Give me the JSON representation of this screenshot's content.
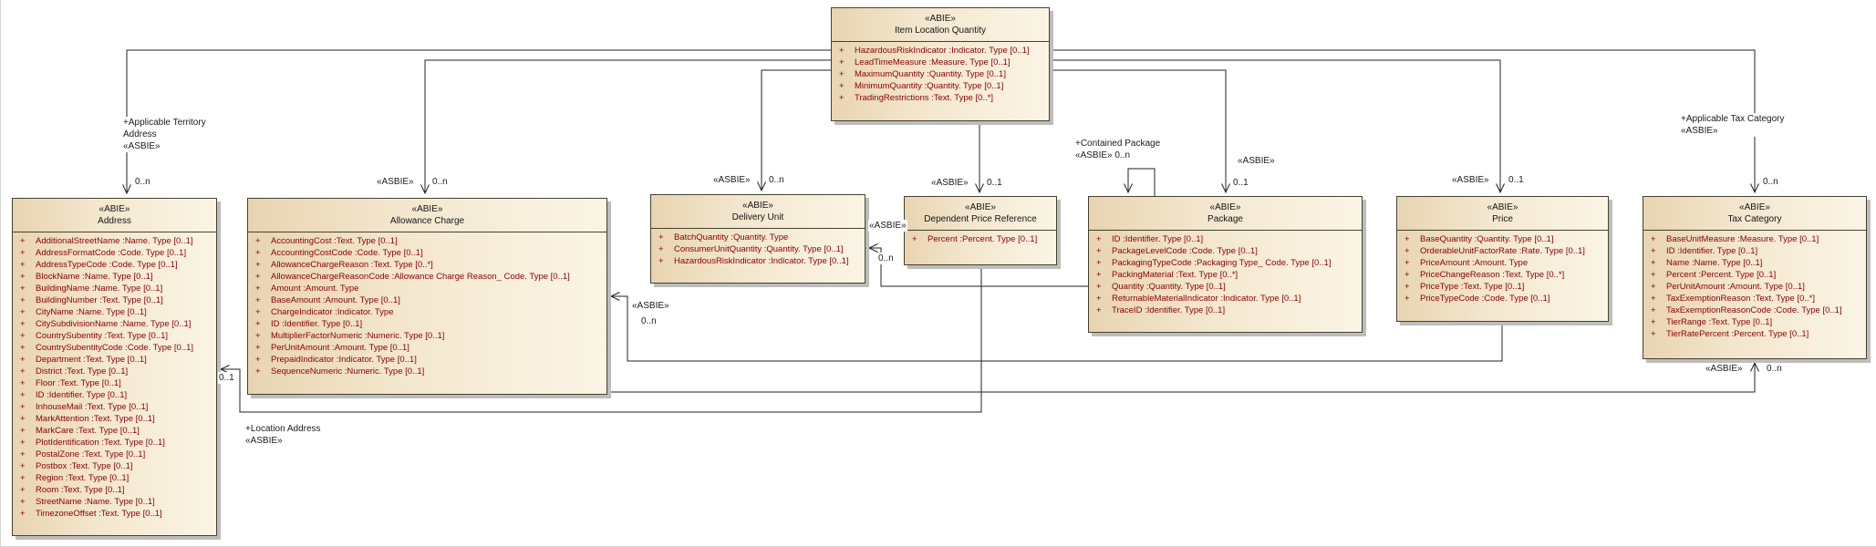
{
  "diagram": {
    "attribute_prefix": "+",
    "colors": {
      "box_fill_left": "#e8d4b0",
      "box_fill_right": "#fbf5e6",
      "box_border": "#45402f",
      "attribute_text": "#8b0000",
      "name_text": "#141414",
      "connector": "#222222",
      "shadow": "#bdbdbd",
      "background": "#ffffff"
    },
    "classes": [
      {
        "id": "ilq",
        "stereotype": "«ABIE»",
        "name": "Item Location Quantity",
        "attributes": [
          "HazardousRiskIndicator  :Indicator. Type [0..1]",
          "LeadTimeMeasure  :Measure. Type [0..1]",
          "MaximumQuantity  :Quantity. Type [0..1]",
          "MinimumQuantity  :Quantity. Type [0..1]",
          "TradingRestrictions  :Text. Type [0..*]"
        ]
      },
      {
        "id": "address",
        "stereotype": "«ABIE»",
        "name": "Address",
        "attributes": [
          "AdditionalStreetName  :Name. Type [0..1]",
          "AddressFormatCode  :Code. Type [0..1]",
          "AddressTypeCode  :Code. Type [0..1]",
          "BlockName  :Name. Type [0..1]",
          "BuildingName  :Name. Type [0..1]",
          "BuildingNumber  :Text. Type [0..1]",
          "CityName  :Name. Type [0..1]",
          "CitySubdivisionName  :Name. Type [0..1]",
          "CountrySubentity  :Text. Type [0..1]",
          "CountrySubentityCode  :Code. Type [0..1]",
          "Department  :Text. Type [0..1]",
          "District  :Text. Type [0..1]",
          "Floor  :Text. Type [0..1]",
          "ID  :Identifier. Type [0..1]",
          "InhouseMail  :Text. Type [0..1]",
          "MarkAttention  :Text. Type [0..1]",
          "MarkCare  :Text. Type [0..1]",
          "PlotIdentification  :Text. Type [0..1]",
          "PostalZone  :Text. Type [0..1]",
          "Postbox  :Text. Type [0..1]",
          "Region  :Text. Type [0..1]",
          "Room  :Text. Type [0..1]",
          "StreetName  :Name. Type [0..1]",
          "TimezoneOffset  :Text. Type [0..1]"
        ]
      },
      {
        "id": "allowance_charge",
        "stereotype": "«ABIE»",
        "name": "Allowance Charge",
        "attributes": [
          "AccountingCost  :Text. Type [0..1]",
          "AccountingCostCode  :Code. Type [0..1]",
          "AllowanceChargeReason  :Text. Type [0..*]",
          "AllowanceChargeReasonCode  :Allowance Charge Reason_ Code. Type [0..1]",
          "Amount  :Amount. Type",
          "BaseAmount  :Amount. Type [0..1]",
          "ChargeIndicator  :Indicator. Type",
          "ID  :Identifier. Type [0..1]",
          "MultiplierFactorNumeric  :Numeric. Type [0..1]",
          "PerUnitAmount  :Amount. Type [0..1]",
          "PrepaidIndicator  :Indicator. Type [0..1]",
          "SequenceNumeric  :Numeric. Type [0..1]"
        ]
      },
      {
        "id": "delivery_unit",
        "stereotype": "«ABIE»",
        "name": "Delivery Unit",
        "attributes": [
          "BatchQuantity  :Quantity. Type",
          "ConsumerUnitQuantity  :Quantity. Type [0..1]",
          "HazardousRiskIndicator  :Indicator. Type [0..1]"
        ]
      },
      {
        "id": "dependent_price_reference",
        "stereotype": "«ABIE»",
        "name": "Dependent Price Reference",
        "attributes": [
          "Percent  :Percent. Type [0..1]"
        ]
      },
      {
        "id": "package",
        "stereotype": "«ABIE»",
        "name": "Package",
        "attributes": [
          "ID  :Identifier. Type [0..1]",
          "PackageLevelCode  :Code. Type [0..1]",
          "PackagingTypeCode  :Packaging Type_ Code. Type [0..1]",
          "PackingMaterial  :Text. Type [0..*]",
          "Quantity  :Quantity. Type [0..1]",
          "ReturnableMaterialIndicator  :Indicator. Type [0..1]",
          "TraceID  :Identifier. Type [0..1]"
        ]
      },
      {
        "id": "price",
        "stereotype": "«ABIE»",
        "name": "Price",
        "attributes": [
          "BaseQuantity  :Quantity. Type [0..1]",
          "OrderableUnitFactorRate  :Rate. Type [0..1]",
          "PriceAmount  :Amount. Type",
          "PriceChangeReason  :Text. Type [0..*]",
          "PriceType  :Text. Type [0..1]",
          "PriceTypeCode  :Code. Type [0..1]"
        ]
      },
      {
        "id": "tax_category",
        "stereotype": "«ABIE»",
        "name": "Tax Category",
        "attributes": [
          "BaseUnitMeasure  :Measure. Type [0..1]",
          "ID  :Identifier. Type [0..1]",
          "Name  :Name. Type [0..1]",
          "Percent  :Percent. Type [0..1]",
          "PerUnitAmount  :Amount. Type [0..1]",
          "TaxExemptionReason  :Text. Type [0..*]",
          "TaxExemptionReasonCode  :Code. Type [0..1]",
          "TierRange  :Text. Type [0..1]",
          "TierRatePercent  :Percent. Type [0..1]"
        ]
      }
    ],
    "connectors": {
      "ilq_address": {
        "label_lines": [
          "+Applicable Territory",
          "Address",
          "«ASBIE»"
        ],
        "multiplicity": "0..n"
      },
      "ilq_allowance_charge": {
        "stereotype": "«ASBIE»",
        "multiplicity": "0..n"
      },
      "ilq_delivery_unit": {
        "stereotype": "«ASBIE»",
        "multiplicity": "0..n"
      },
      "ilq_dependent_price_reference": {
        "stereotype": "«ASBIE»",
        "multiplicity": "0..1"
      },
      "ilq_package": {
        "stereotype": "«ASBIE»",
        "multiplicity": "0..1"
      },
      "ilq_price": {
        "stereotype": "«ASBIE»",
        "multiplicity": "0..1"
      },
      "ilq_tax_category": {
        "label_lines": [
          "+Applicable Tax Category",
          "«ASBIE»"
        ],
        "multiplicity": "0..n"
      },
      "package_self": {
        "label_lines": [
          "+Contained Package",
          "«ASBIE» 0..n"
        ]
      },
      "package_delivery_unit": {
        "stereotype": "«ASBIE»",
        "multiplicity": "0..n"
      },
      "price_allowance_charge": {
        "stereotype": "«ASBIE»",
        "multiplicity": "0..n"
      },
      "allowance_charge_tax_category": {
        "stereotype": "«ASBIE»",
        "multiplicity": "0..n"
      },
      "dpr_address": {
        "label_lines": [
          "+Location Address",
          "«ASBIE»"
        ],
        "multiplicity": "0..1"
      }
    }
  }
}
